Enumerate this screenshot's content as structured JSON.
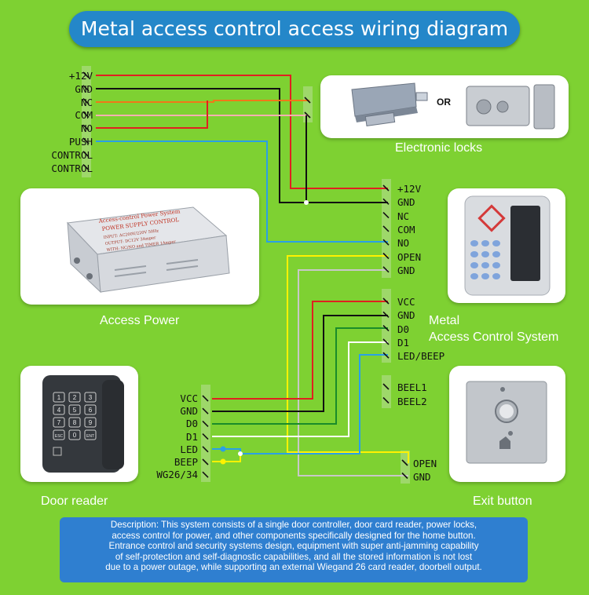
{
  "title": "Metal access control access wiring diagram",
  "power_terminals": [
    "+12V",
    "GND",
    "NC",
    "COM",
    "NO",
    "PUSH",
    "CONTROL",
    "CONTROL"
  ],
  "controller_power_terminals": [
    "+12V",
    "GND",
    "NC",
    "COM",
    "NO",
    "OPEN",
    "GND"
  ],
  "controller_data_terminals": [
    "VCC",
    "GND",
    "D0",
    "D1",
    "LED/BEEP"
  ],
  "controller_bell_terminals": [
    "BEEL1",
    "BEEL2"
  ],
  "reader_terminals": [
    "VCC",
    "GND",
    "D0",
    "D1",
    "LED",
    "BEEP",
    "WG26/34"
  ],
  "exit_terminals": [
    "OPEN",
    "GND"
  ],
  "or_label": "OR",
  "captions": {
    "electronic_locks": "Electronic locks",
    "access_power": "Access Power",
    "metal_line1": "Metal",
    "metal_line2": "Access Control System",
    "door_reader": "Door reader",
    "exit_button": "Exit button"
  },
  "power_box": {
    "line1": "Access-control Power System",
    "line2": "POWER SUPPLY CONTROL",
    "line3": "INPUT: AC200V/220V  50Hz",
    "line4": "OUTPUT: DC12V  3Amper",
    "line5": "WITH: NC/NO and TIMER 1Amper"
  },
  "reader_keys": [
    "1",
    "2",
    "3",
    "4",
    "5",
    "6",
    "7",
    "8",
    "9",
    "ESC",
    "0",
    "ENT"
  ],
  "description": [
    "Description: This system consists of a single door controller, door card reader, power locks,",
    "access control for power, and other components specifically designed for the home button.",
    "Entrance control and security systems design, equipment with super anti-jamming capability",
    "of self-protection and self-diagnostic capabilities, and all the stored information is not lost",
    "due to a power outage, while supporting an external Wiegand 26 card reader, doorbell output."
  ],
  "colors": {
    "background": "#7ed132",
    "title_bg": "#2487c9",
    "red": "#e02020",
    "black": "#111111",
    "orange": "#f07818",
    "pink": "#f4b0b0",
    "blue": "#2aa0e6",
    "yellow": "#fff200",
    "grey": "#c8c8c8",
    "green": "#1a8c2a",
    "desc_bg": "#2f7fd0"
  }
}
